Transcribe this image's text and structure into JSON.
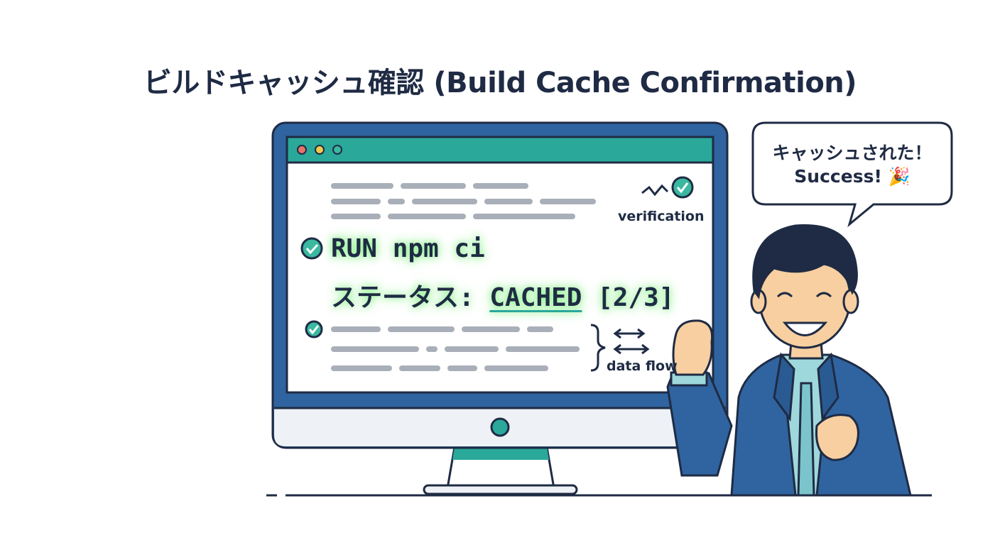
{
  "title": "ビルドキャッシュ確認 (Build Cache Confirmation)",
  "screen": {
    "command": "RUN npm ci",
    "status_label": "ステータス:",
    "status_value": "CACHED",
    "progress": "[2/3]",
    "verification_label": "verification",
    "data_flow_label": "data flow"
  },
  "speech_bubble": {
    "line1": "キャッシュされた！",
    "line2": "Success! 🎉"
  },
  "colors": {
    "navy": "#1f2b44",
    "monitor_blue": "#2f64a0",
    "teal": "#2aa89a",
    "check_green": "#3bb8a0",
    "glow_green": "#7af07a"
  }
}
